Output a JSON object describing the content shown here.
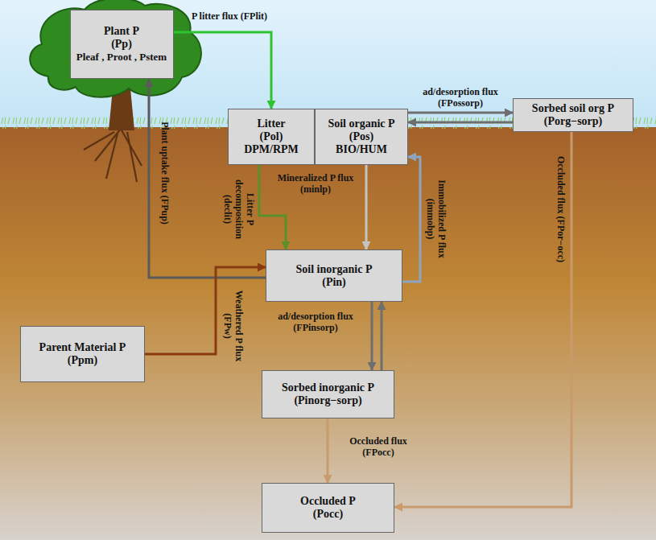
{
  "diagram": {
    "nodes": [
      {
        "text": [
          "Plant P",
          "(Pp)",
          "Pleaf , Proot , Pstem"
        ]
      },
      {
        "text": [
          "Litter",
          "(Pol)",
          "DPM/RPM"
        ]
      },
      {
        "text": [
          "Soil organic P",
          "(Pos)",
          "BIO/HUM"
        ]
      },
      {
        "text": [
          "Sorbed soil org P",
          "(Porg−sorp)"
        ]
      },
      {
        "text": [
          "Soil inorganic P",
          "(Pin)"
        ]
      },
      {
        "text": [
          "Parent Material P",
          "(Ppm)"
        ]
      },
      {
        "text": [
          "Sorbed inorganic P",
          "(Pinorg−sorp)"
        ]
      },
      {
        "text": [
          "Occluded P",
          "(Pocc)"
        ]
      }
    ],
    "edges": [
      {
        "from": 0,
        "to": 1,
        "arrow": "to",
        "label": "P litter flux (FPlit)"
      },
      {
        "from": 1,
        "to": 4,
        "arrow": "to",
        "label": "Litter P decomposition (declit)"
      },
      {
        "from": 2,
        "to": 4,
        "arrow": "to",
        "label": "Mineralized P flux (minlp)"
      },
      {
        "from": 4,
        "to": 2,
        "arrow": "to",
        "label": "Immobilized P flux (immobp)"
      },
      {
        "from": 4,
        "to": 0,
        "arrow": "to",
        "label": "Plant uptake flux (FPup)"
      },
      {
        "from": 5,
        "to": 4,
        "arrow": "to",
        "label": "Weathered P flux (FPw)"
      },
      {
        "from": 2,
        "to": 3,
        "arrow": "to",
        "label": "ad/desorption flux (FPossorp)"
      },
      {
        "from": 3,
        "to": 2,
        "arrow": "to"
      },
      {
        "from": 4,
        "to": 6,
        "arrow": "to",
        "label": "ad/desorption flux (FPinsorp)"
      },
      {
        "from": 6,
        "to": 4,
        "arrow": "to"
      },
      {
        "from": 6,
        "to": 7,
        "arrow": "to",
        "label": "Occluded flux (FPocc)"
      },
      {
        "from": 3,
        "to": 7,
        "arrow": "to",
        "label": "Occluded flux (FPor−occ)"
      }
    ]
  }
}
